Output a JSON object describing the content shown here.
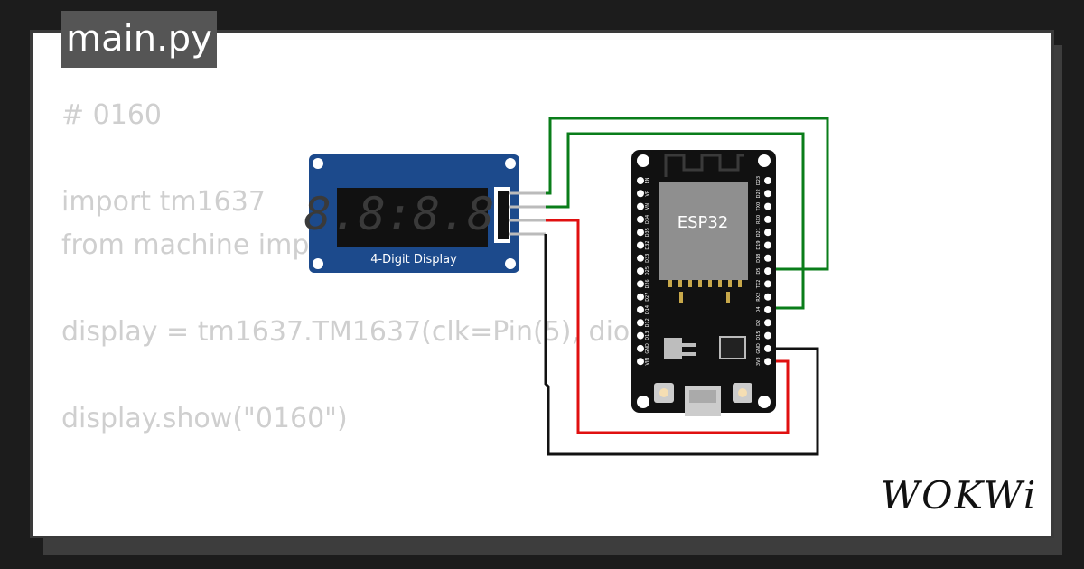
{
  "file_tab": {
    "label": "main.py"
  },
  "code_lines": [
    "# 0160",
    "",
    "import tm1637",
    "from machine import Pin",
    "",
    "display = tm1637.TM1637(clk=Pin(5), dio=Pin(4))",
    "",
    "display.show(\"0160\")"
  ],
  "display_module": {
    "label": "4-Digit Display",
    "digits": "8.8:8.8."
  },
  "esp32": {
    "chip_label": "ESP32",
    "left_pins": [
      "EN",
      "VP",
      "VN",
      "D34",
      "D35",
      "D32",
      "D33",
      "D25",
      "D26",
      "D27",
      "D14",
      "D12",
      "D13",
      "GND",
      "VIN"
    ],
    "right_pins": [
      "D23",
      "D22",
      "TX0",
      "RX0",
      "D21",
      "D19",
      "D18",
      "D5",
      "TX2",
      "RX2",
      "D4",
      "D2",
      "D15",
      "GND",
      "3V3"
    ]
  },
  "brand": {
    "logo_text": "WOKWi"
  },
  "colors": {
    "wire_green": "#0a7d1a",
    "wire_red": "#e01010",
    "wire_black": "#111111",
    "board_black": "#111111",
    "display_blue": "#1c4a8c"
  }
}
